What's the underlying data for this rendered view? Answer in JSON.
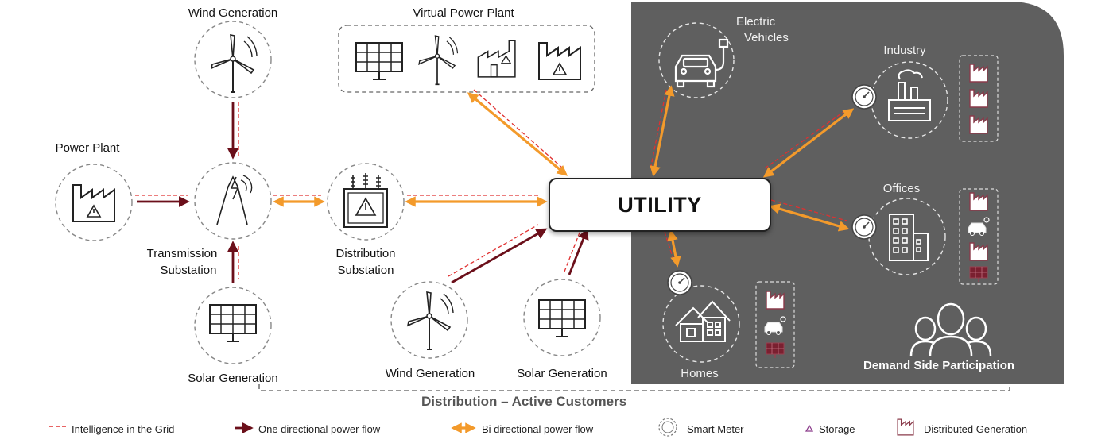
{
  "labels": {
    "wind_generation_top": "Wind Generation",
    "virtual_power_plant": "Virtual Power Plant",
    "power_plant": "Power Plant",
    "transmission_substation_1": "Transmission",
    "transmission_substation_2": "Substation",
    "distribution_substation_1": "Distribution",
    "distribution_substation_2": "Substation",
    "solar_generation_left": "Solar Generation",
    "wind_generation_bottom": "Wind Generation",
    "solar_generation_bottom": "Solar Generation",
    "electric_vehicles_1": "Electric",
    "electric_vehicles_2": "Vehicles",
    "industry": "Industry",
    "offices": "Offices",
    "homes": "Homes",
    "demand_side_participation": "Demand Side Participation",
    "utility": "UTILITY",
    "distribution_active_customers": "Distribution – Active Customers"
  },
  "legend": {
    "intelligence": "Intelligence in the Grid",
    "one_directional": "One directional power flow",
    "bi_directional": "Bi directional power flow",
    "smart_meter": "Smart Meter",
    "storage": "Storage",
    "distributed_generation": "Distributed Generation"
  },
  "colors": {
    "dark_red": "#6b0f1a",
    "orange": "#f39a2b",
    "dashed_red": "#e03030",
    "panel_gray": "#5f5f5f",
    "icon_stroke": "#222222"
  },
  "icons": [
    "wind-turbine-icon",
    "solar-panel-icon",
    "factory-icon",
    "transformer-icon",
    "transmission-tower-icon",
    "electric-car-icon",
    "industry-icon",
    "office-building-icon",
    "house-icon",
    "smart-meter-icon",
    "people-icon"
  ]
}
